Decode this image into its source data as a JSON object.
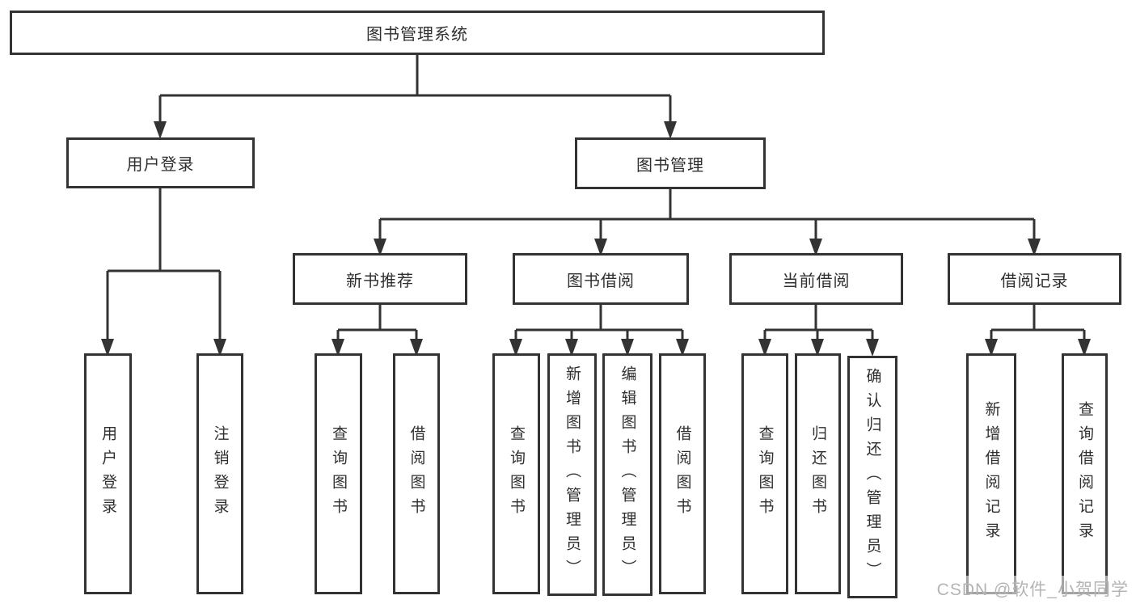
{
  "diagram": {
    "root": {
      "label": "图书管理系统",
      "children": [
        {
          "label": "用户登录",
          "children": [
            {
              "label": "用户登录"
            },
            {
              "label": "注销登录"
            }
          ]
        },
        {
          "label": "图书管理",
          "children": [
            {
              "label": "新书推荐",
              "children": [
                {
                  "label": "查询图书"
                },
                {
                  "label": "借阅图书"
                }
              ]
            },
            {
              "label": "图书借阅",
              "children": [
                {
                  "label": "查询图书"
                },
                {
                  "label": "新增图书（管理员）"
                },
                {
                  "label": "编辑图书（管理员）"
                },
                {
                  "label": "借阅图书"
                }
              ]
            },
            {
              "label": "当前借阅",
              "children": [
                {
                  "label": "查询图书"
                },
                {
                  "label": "归还图书"
                },
                {
                  "label": "确认归还（管理员）"
                }
              ]
            },
            {
              "label": "借阅记录",
              "children": [
                {
                  "label": "新增借阅记录"
                },
                {
                  "label": "查询借阅记录"
                }
              ]
            }
          ]
        }
      ]
    },
    "line_color": "#333333",
    "text_color": "#2f2f2f",
    "watermark": "CSDN @软件_小贺同学"
  }
}
